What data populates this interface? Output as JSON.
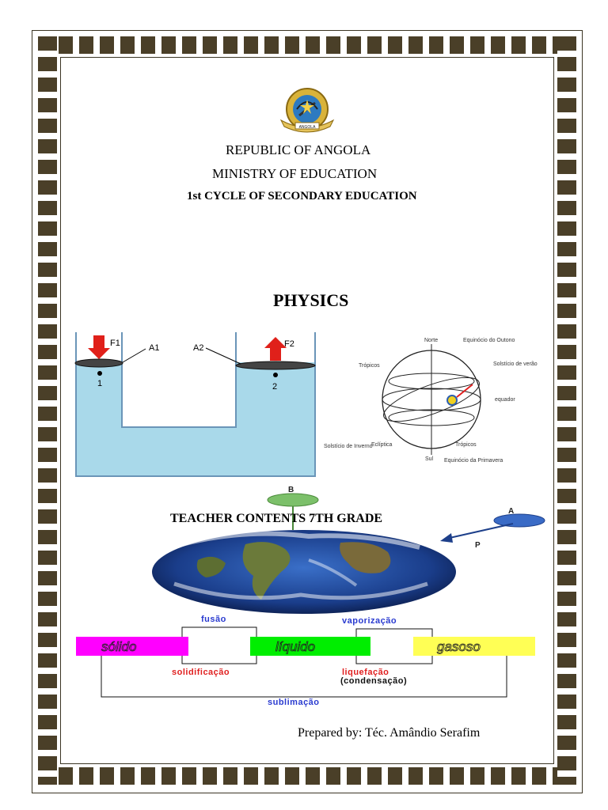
{
  "header": {
    "republic": "REPUBLIC OF ANGOLA",
    "ministry": "MINISTRY OF EDUCATION",
    "cycle": "1st CYCLE OF SECONDARY EDUCATION"
  },
  "subject": "PHYSICS",
  "grade": "TEACHER CONTENTS 7TH GRADE",
  "prepared_by": "Prepared by: Téc. Amândio Serafim",
  "logo": {
    "text": "ANGOLA"
  },
  "hydraulic": {
    "f1": "F1",
    "f2": "F2",
    "a1": "A1",
    "a2": "A2",
    "p1": "1",
    "p2": "2"
  },
  "sphere": {
    "norte": "Norte",
    "equinocio_outono": "Equinócio do Outono",
    "solsticio_verao": "Solstício de verão",
    "tropicos_top": "Trópicos",
    "equador": "equador",
    "solsticio_inverno": "Solstício de Inverno",
    "ecliptica": "Eclíptica",
    "tropicos_bottom": "Trópicos",
    "sul": "Sul",
    "equinocio_primavera": "Equinócio da Primavera"
  },
  "states": {
    "solido": "sólido",
    "liquido": "líquido",
    "gasoso": "gasoso",
    "fusao": "fusão",
    "vaporizacao": "vaporização",
    "solidificacao": "solidificação",
    "liquefacao": "liquefação",
    "condensacao": "(condensação)",
    "sublimacao": "sublimação"
  },
  "vectors": {
    "b": "B",
    "a": "A",
    "p": "P"
  },
  "colors": {
    "border": "#4a3f28",
    "water": "#a9d9ea",
    "arrow_red": "#e0201a",
    "solid_box": "#ff00ff",
    "liquid_box": "#00ee00",
    "gas_box": "#ffff55",
    "label_blue": "#2a3bd0",
    "label_red": "#e02020"
  }
}
